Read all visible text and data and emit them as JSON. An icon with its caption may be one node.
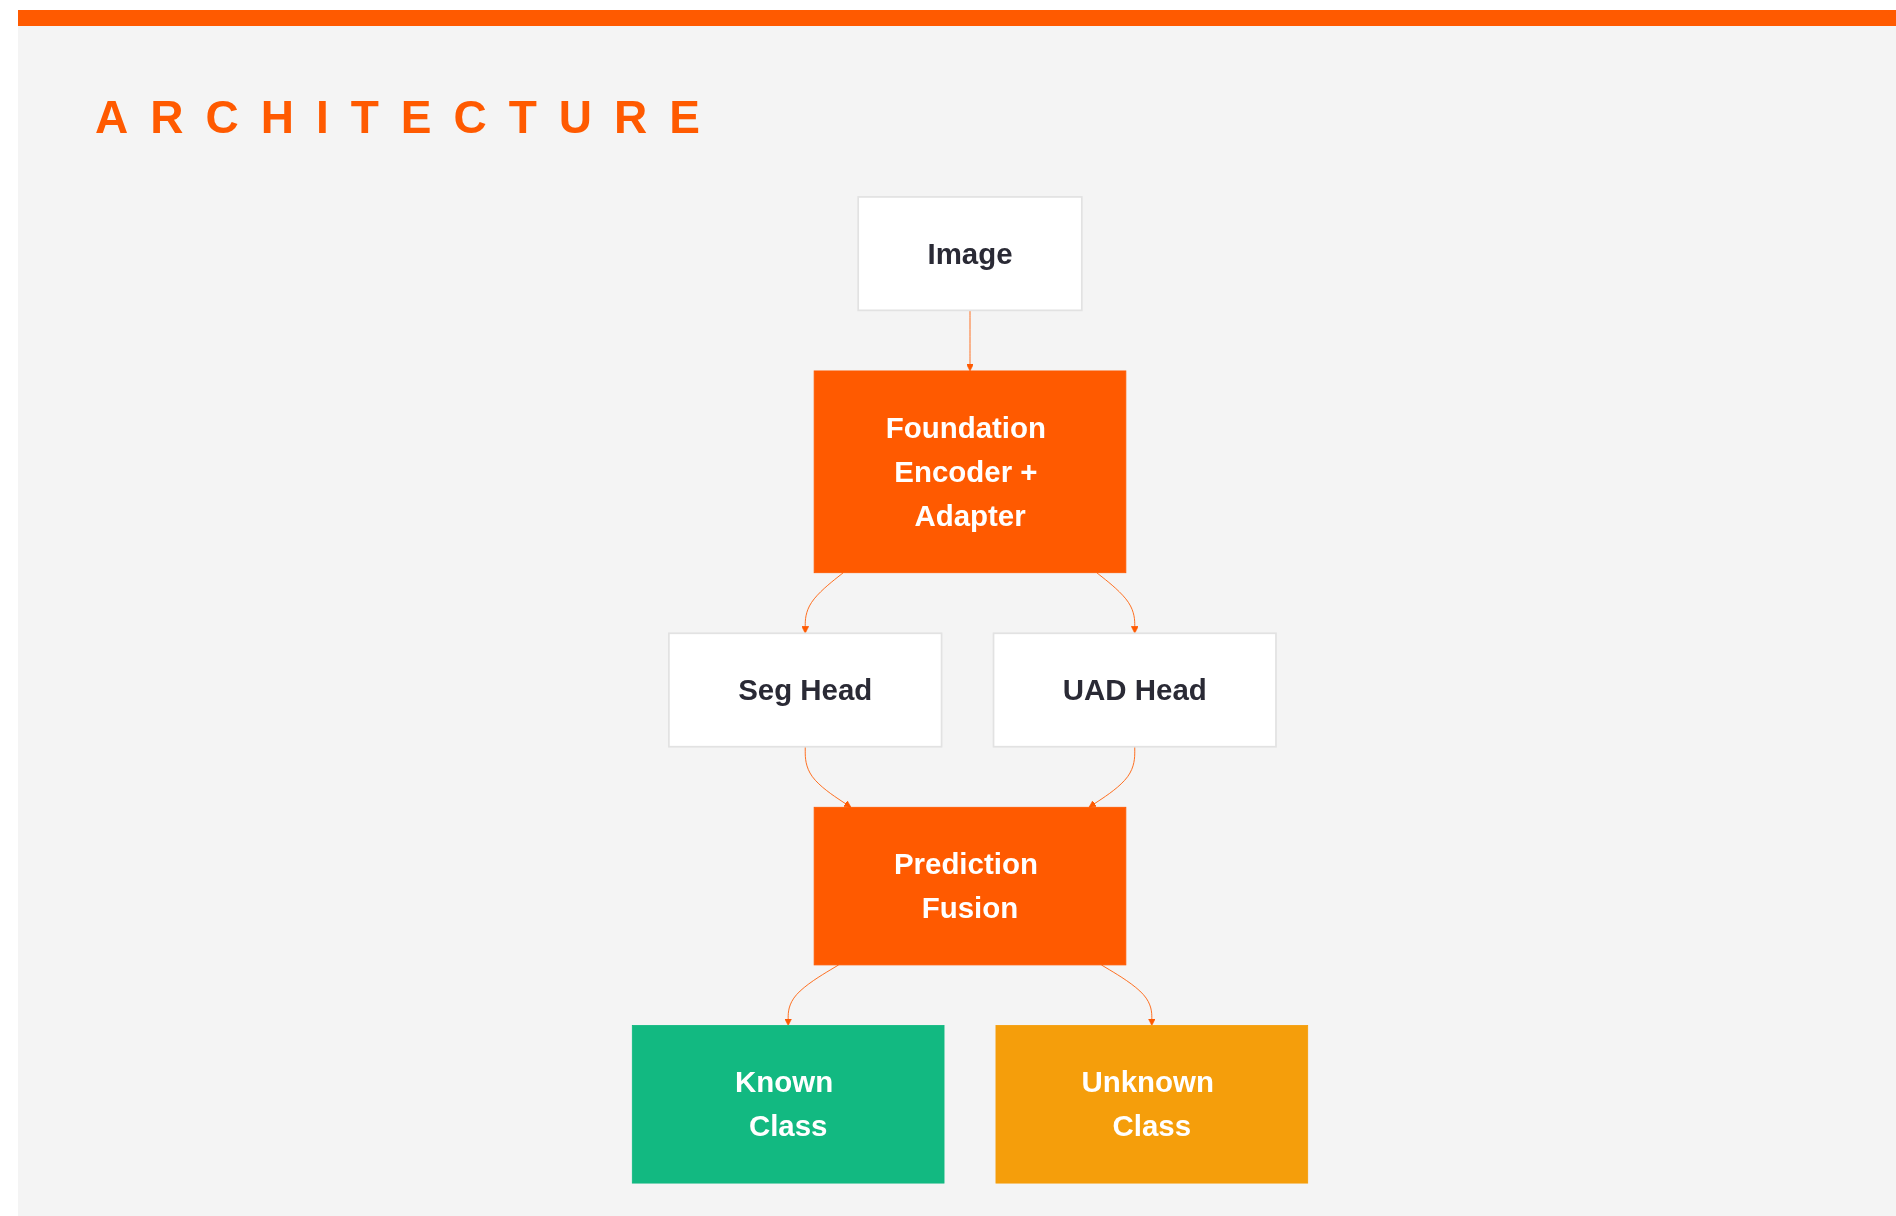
{
  "diagram": {
    "title": "ARCHITECTURE",
    "nodes": [
      {
        "text": [
          "Image"
        ]
      },
      {
        "text": [
          "Foundation Encoder + Adapter"
        ]
      },
      {
        "text": [
          "Seg Head"
        ]
      },
      {
        "text": [
          "UAD Head"
        ]
      },
      {
        "text": [
          "Prediction Fusion"
        ]
      },
      {
        "text": [
          "Known Class"
        ]
      },
      {
        "text": [
          "Unknown Class"
        ]
      }
    ],
    "edges": [
      {
        "from": 0,
        "to": 1,
        "arrow": "to"
      },
      {
        "from": 1,
        "to": 2,
        "arrow": "to"
      },
      {
        "from": 1,
        "to": 3,
        "arrow": "to"
      },
      {
        "from": 2,
        "to": 4,
        "arrow": "to"
      },
      {
        "from": 3,
        "to": 4,
        "arrow": "to"
      },
      {
        "from": 4,
        "to": 5,
        "arrow": "to"
      },
      {
        "from": 4,
        "to": 6,
        "arrow": "to"
      }
    ]
  }
}
